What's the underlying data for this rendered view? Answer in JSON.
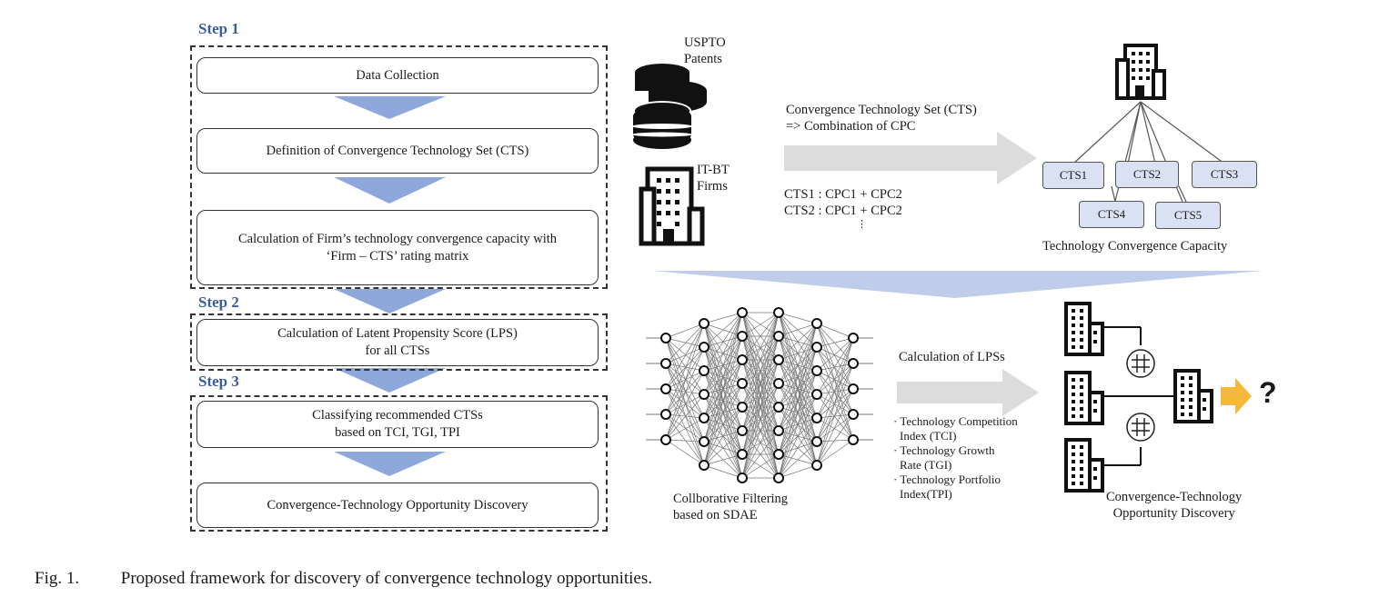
{
  "steps": {
    "step1": "Step 1",
    "step2": "Step 2",
    "step3": "Step 3"
  },
  "process": {
    "data_collection": "Data Collection",
    "definition_cts": "Definition of Convergence Technology Set (CTS)",
    "calc_capacity_line1": "Calculation of Firm’s technology convergence capacity with",
    "calc_capacity_line2": "‘Firm – CTS’ rating matrix",
    "calc_lps_line1": "Calculation of Latent Propensity Score (LPS)",
    "calc_lps_line2": "for all CTSs",
    "classify_line1": "Classifying recommended CTSs",
    "classify_line2": "based on TCI, TGI, TPI",
    "discovery": "Convergence-Technology Opportunity Discovery"
  },
  "sources": {
    "uspto_line1": "USPTO",
    "uspto_line2": "Patents",
    "itbt_line1": "IT-BT",
    "itbt_line2": "Firms"
  },
  "cts_definition": {
    "line1": "Convergence Technology Set (CTS)",
    "line2": "=> Combination of CPC",
    "ex1": "CTS1 : CPC1 + CPC2",
    "ex2": "CTS2 : CPC1 + CPC2",
    "ellipsis": "⋮"
  },
  "capacity": {
    "nodes": [
      "CTS1",
      "CTS2",
      "CTS3",
      "CTS4",
      "CTS5"
    ],
    "label": "Technology Convergence Capacity"
  },
  "cf": {
    "line1": "Collborative Filtering",
    "line2": "based on SDAE",
    "calc_lps": "Calculation of LPSs",
    "index1_line1": "· Technology Competition",
    "index1_line2": "Index (TCI)",
    "index2_line1": "· Technology Growth",
    "index2_line2": "Rate (TGI)",
    "index3_line1": "· Technology Portfolio",
    "index3_line2": "Index(TPI)"
  },
  "discovery": {
    "line1": "Convergence-Technology",
    "line2": "Opportunity Discovery",
    "question": "?"
  },
  "caption": {
    "label": "Fig. 1.",
    "text": "Proposed framework for discovery of convergence technology opportunities."
  },
  "colors": {
    "step_blue": "#3a5ba0",
    "funnel_blue": "#8fa8dc",
    "cts_fill": "#d9e1f2",
    "gray_arrow": "#d9d9d9",
    "orange_arrow": "#f5b83a"
  },
  "icons": [
    "database-icon",
    "building-icon",
    "neural-network-icon",
    "router-icon",
    "arrow-right-icon"
  ]
}
